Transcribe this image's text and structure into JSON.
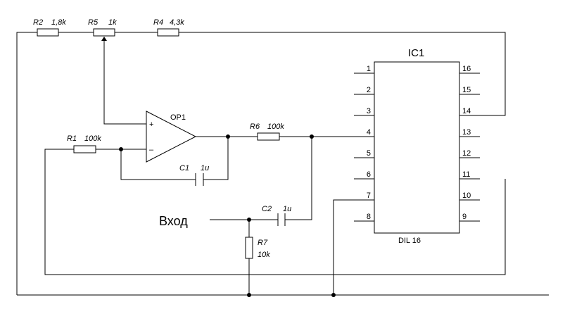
{
  "components": {
    "r2": {
      "ref": "R2",
      "value": "1,8k"
    },
    "r5": {
      "ref": "R5",
      "value": "1k"
    },
    "r4": {
      "ref": "R4",
      "value": "4,3k"
    },
    "r1": {
      "ref": "R1",
      "value": "100k"
    },
    "r6": {
      "ref": "R6",
      "value": "100k"
    },
    "r7": {
      "ref": "R7",
      "value": "10k"
    },
    "c1": {
      "ref": "C1",
      "value": "1u"
    },
    "c2": {
      "ref": "C2",
      "value": "1u"
    },
    "op1": {
      "ref": "OP1",
      "plus": "+",
      "minus": "–"
    },
    "ic1": {
      "ref": "IC1",
      "package": "DIL 16"
    }
  },
  "input_label": "Вход",
  "ic1_pins_left": [
    "1",
    "2",
    "3",
    "4",
    "5",
    "6",
    "7",
    "8"
  ],
  "ic1_pins_right": [
    "16",
    "15",
    "14",
    "13",
    "12",
    "11",
    "10",
    "9"
  ]
}
